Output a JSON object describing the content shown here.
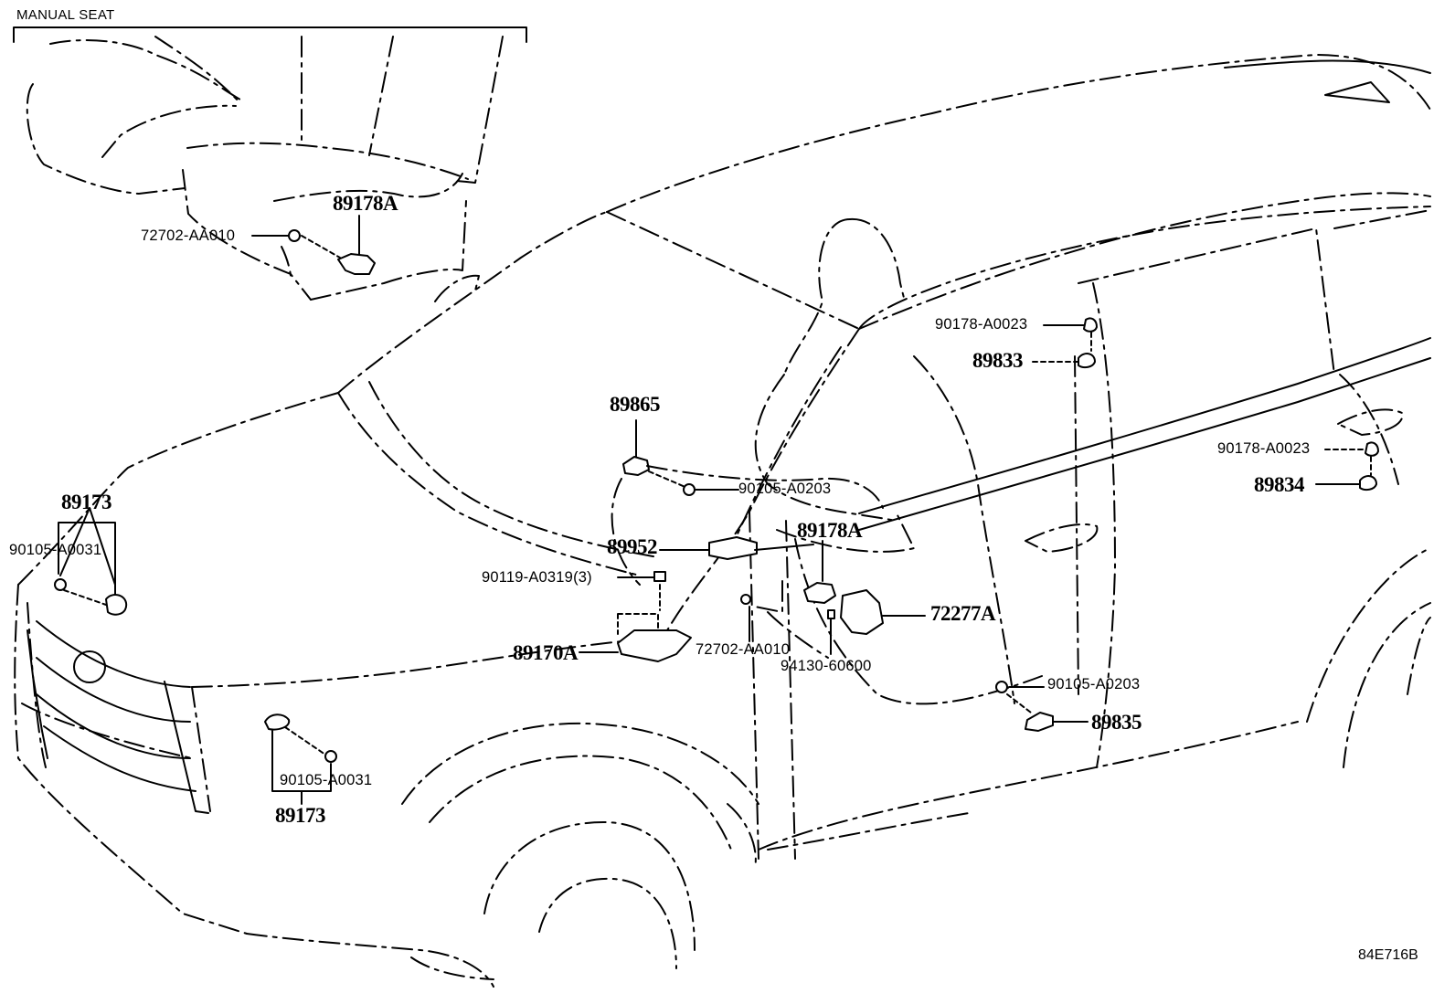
{
  "inset": {
    "title": "MANUAL SEAT"
  },
  "diagram_code": "84E716B",
  "parts": {
    "p89178A_inset": "89178A",
    "p72702_AA010_inset": "72702-AA010",
    "p90178_A0023_a": "90178-A0023",
    "p89833": "89833",
    "p90178_A0023_b": "90178-A0023",
    "p89834": "89834",
    "p89865": "89865",
    "p90105_A0203_a": "90105-A0203",
    "p89173_top": "89173",
    "p90105_A0031_top": "90105-A0031",
    "p89952": "89952",
    "p89178A_main": "89178A",
    "p90119_A0319": "90119-A0319(3)",
    "p72277A": "72277A",
    "p89170A": "89170A",
    "p72702_AA010_main": "72702-AA010",
    "p94130_60600": "94130-60600",
    "p90105_A0203_b": "90105-A0203",
    "p89835": "89835",
    "p90105_A0031_bottom": "90105-A0031",
    "p89173_bottom": "89173"
  }
}
